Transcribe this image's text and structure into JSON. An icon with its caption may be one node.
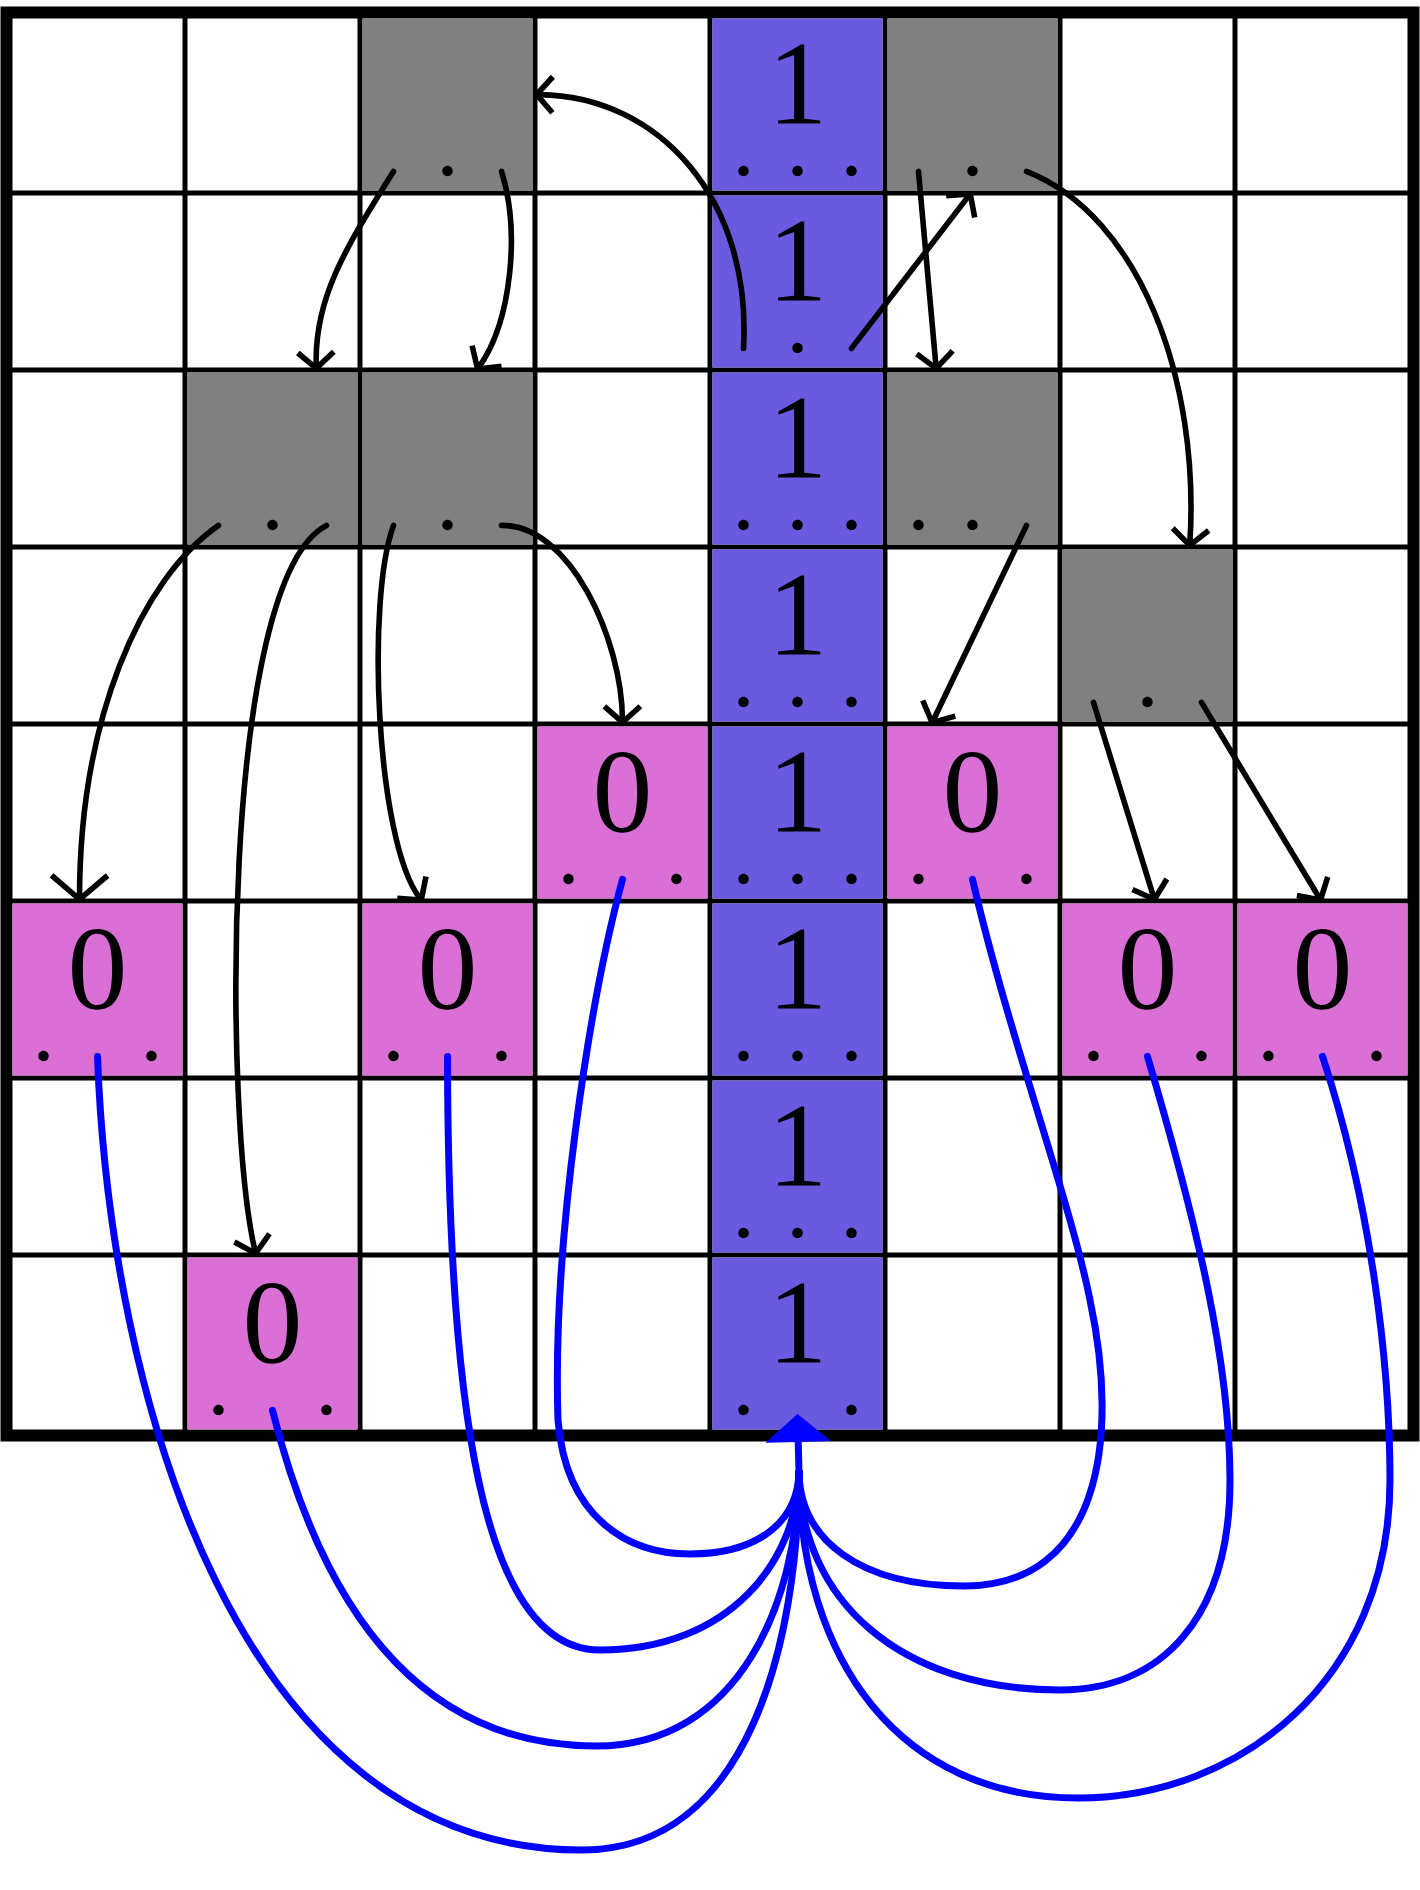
{
  "diagram": {
    "nodes": [
      {
        "text": [],
        "shape": "box"
      },
      {
        "text": [
          "1"
        ]
      },
      {
        "text": [],
        "shape": "box"
      },
      {
        "text": [
          "1"
        ]
      },
      {
        "text": [],
        "shape": "box"
      },
      {
        "text": [],
        "shape": "box"
      },
      {
        "text": [
          "1"
        ]
      },
      {
        "text": [],
        "shape": "box"
      },
      {
        "text": [
          "1"
        ]
      },
      {
        "text": [],
        "shape": "box"
      },
      {
        "text": [
          "0"
        ]
      },
      {
        "text": [
          "1"
        ]
      },
      {
        "text": [
          "0"
        ]
      },
      {
        "text": [
          "0"
        ]
      },
      {
        "text": [
          "0"
        ]
      },
      {
        "text": [
          "1"
        ]
      },
      {
        "text": [
          "0"
        ]
      },
      {
        "text": [
          "0"
        ]
      },
      {
        "text": [
          "1"
        ]
      },
      {
        "text": [
          "0"
        ]
      },
      {
        "text": [
          "1"
        ]
      }
    ],
    "edges": [
      {
        "from": 3,
        "to": 0,
        "arrow": "to"
      },
      {
        "from": 3,
        "to": 2,
        "arrow": "to"
      },
      {
        "from": 0,
        "to": 4,
        "arrow": "to"
      },
      {
        "from": 0,
        "to": 5,
        "arrow": "to"
      },
      {
        "from": 2,
        "to": 7,
        "arrow": "to"
      },
      {
        "from": 2,
        "to": 9,
        "arrow": "to"
      },
      {
        "from": 4,
        "to": 13,
        "arrow": "to"
      },
      {
        "from": 4,
        "to": 19,
        "arrow": "to"
      },
      {
        "from": 5,
        "to": 14,
        "arrow": "to"
      },
      {
        "from": 5,
        "to": 10,
        "arrow": "to"
      },
      {
        "from": 7,
        "to": 12,
        "arrow": "to"
      },
      {
        "from": 9,
        "to": 16,
        "arrow": "to"
      },
      {
        "from": 9,
        "to": 17,
        "arrow": "to"
      },
      {
        "from": 13,
        "to": 20,
        "arrow": "to",
        "color": "#0000ff"
      },
      {
        "from": 19,
        "to": 20,
        "arrow": "to",
        "color": "#0000ff"
      },
      {
        "from": 14,
        "to": 20,
        "arrow": "to",
        "color": "#0000ff"
      },
      {
        "from": 10,
        "to": 20,
        "arrow": "to",
        "color": "#0000ff"
      },
      {
        "from": 12,
        "to": 20,
        "arrow": "to",
        "color": "#0000ff"
      },
      {
        "from": 16,
        "to": 20,
        "arrow": "to",
        "color": "#0000ff"
      },
      {
        "from": 17,
        "to": 20,
        "arrow": "to",
        "color": "#0000ff"
      }
    ]
  }
}
